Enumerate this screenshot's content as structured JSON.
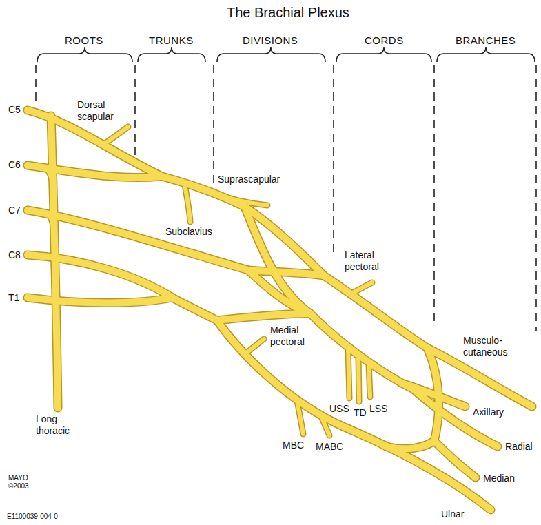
{
  "diagram": {
    "title": "The Brachial Plexus",
    "labels": [
      "ROOTS",
      "TRUNKS",
      "DIVISIONS",
      "CORDS",
      "BRANCHES",
      "C5",
      "C6",
      "C7",
      "C8",
      "T1",
      "Dorsal scapular",
      "Suprascapular",
      "Subclavius",
      "Lateral pectoral",
      "Long thoracic",
      "Medial pectoral",
      "USS",
      "TD",
      "LSS",
      "Musculo- cutaneous",
      "Axillary",
      "Radial",
      "Median",
      "Ulnar",
      "MBC",
      "MABC",
      "MAYO ©2003",
      "E1100039-004-0"
    ]
  }
}
